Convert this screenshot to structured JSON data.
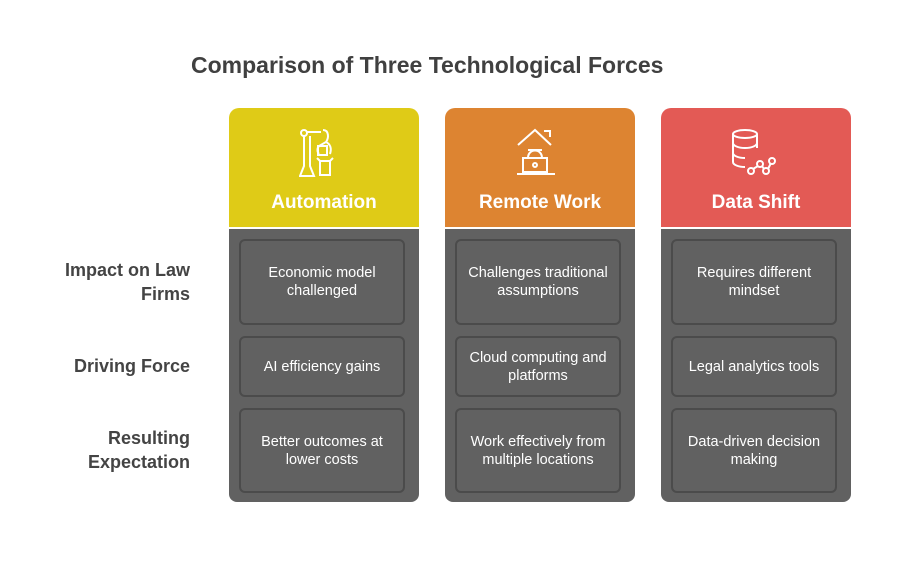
{
  "title": "Comparison of Three Technological Forces",
  "row_labels": [
    "Impact on Law Firms",
    "Driving Force",
    "Resulting Expectation"
  ],
  "columns": [
    {
      "name": "Automation",
      "icon": "robot-arm-icon",
      "color": "#DFCB17",
      "cells": [
        "Economic model challenged",
        "AI efficiency gains",
        "Better outcomes at lower costs"
      ]
    },
    {
      "name": "Remote Work",
      "icon": "home-laptop-icon",
      "color": "#DD8431",
      "cells": [
        "Challenges traditional assumptions",
        "Cloud computing and platforms",
        "Work effectively from multiple locations"
      ]
    },
    {
      "name": "Data Shift",
      "icon": "database-analytics-icon",
      "color": "#E35A55",
      "cells": [
        "Requires different mindset",
        "Legal analytics tools",
        "Data-driven decision making"
      ]
    }
  ]
}
